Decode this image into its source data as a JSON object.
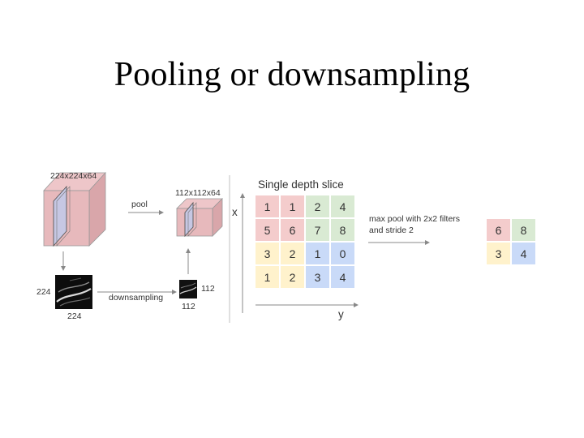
{
  "title": "Pooling or downsampling",
  "diagram": {
    "input_volume_label": "224x224x64",
    "pooled_volume_label": "112x112x64",
    "pool_label": "pool",
    "downsampling_label": "downsampling",
    "input_image_height": "224",
    "input_image_width": "224",
    "output_image_height": "112",
    "output_image_width": "112",
    "slice_title": "Single depth slice",
    "axis_x": "x",
    "axis_y": "y",
    "maxpool_line1": "max pool with 2x2 filters",
    "maxpool_line2": "and stride 2",
    "grid": [
      [
        "1",
        "1",
        "2",
        "4"
      ],
      [
        "5",
        "6",
        "7",
        "8"
      ],
      [
        "3",
        "2",
        "1",
        "0"
      ],
      [
        "1",
        "2",
        "3",
        "4"
      ]
    ],
    "result": [
      [
        "6",
        "8"
      ],
      [
        "3",
        "4"
      ]
    ],
    "colors": {
      "red": "#f4cccc",
      "green": "#d9ead3",
      "yellow": "#fff2cc",
      "blue": "#c9daf8",
      "cube_front": "#e7b9bc",
      "cube_side": "#d9a6aa",
      "slice": "#c6c7e3"
    }
  }
}
